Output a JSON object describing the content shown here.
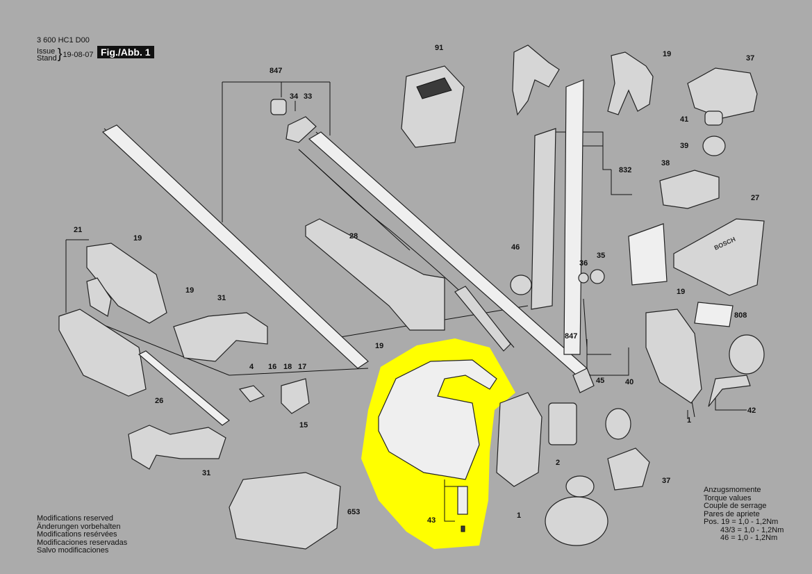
{
  "header": {
    "doc_number": "3 600 HC1 D00",
    "issue_label": "Issue",
    "stand_label": "Stand",
    "date": "19-08-07",
    "figure_label": "Fig./Abb. 1"
  },
  "footer_left": [
    "Modifications reserved",
    "Änderungen vorbehalten",
    "Modifications resérvées",
    "Modificaciones reservadas",
    "Salvo modificaciones"
  ],
  "torque": {
    "lines": [
      "Anzugsmomente",
      "Torque values",
      "Couple de serrage",
      "Pares de apriete"
    ],
    "values": [
      "Pos. 19  = 1,0 - 1,2Nm",
      "43/3  = 1,0 - 1,2Nm",
      "46  = 1,0 - 1,2Nm"
    ]
  },
  "brand_on_part": "BOSCH",
  "highlight_color": "#ffff00",
  "parts": {
    "p91": "91",
    "p847a": "847",
    "p34": "34",
    "p33": "33",
    "p19a": "19",
    "p37a": "37",
    "p41": "41",
    "p39": "39",
    "p832": "832",
    "p38": "38",
    "p27": "27",
    "p28": "28",
    "p21": "21",
    "p19b": "19",
    "p46": "46",
    "p35": "35",
    "p36": "36",
    "p19c": "19",
    "p31a": "31",
    "p19d": "19",
    "p808": "808",
    "p847b": "847",
    "p19e": "19",
    "p4": "4",
    "p16": "16",
    "p18": "18",
    "p17": "17",
    "p45": "45",
    "p40": "40",
    "p26": "26",
    "p15": "15",
    "p2": "2",
    "p42": "42",
    "p1a": "1",
    "p31b": "31",
    "p37b": "37",
    "p653": "653",
    "p43": "43",
    "p1b": "1"
  }
}
